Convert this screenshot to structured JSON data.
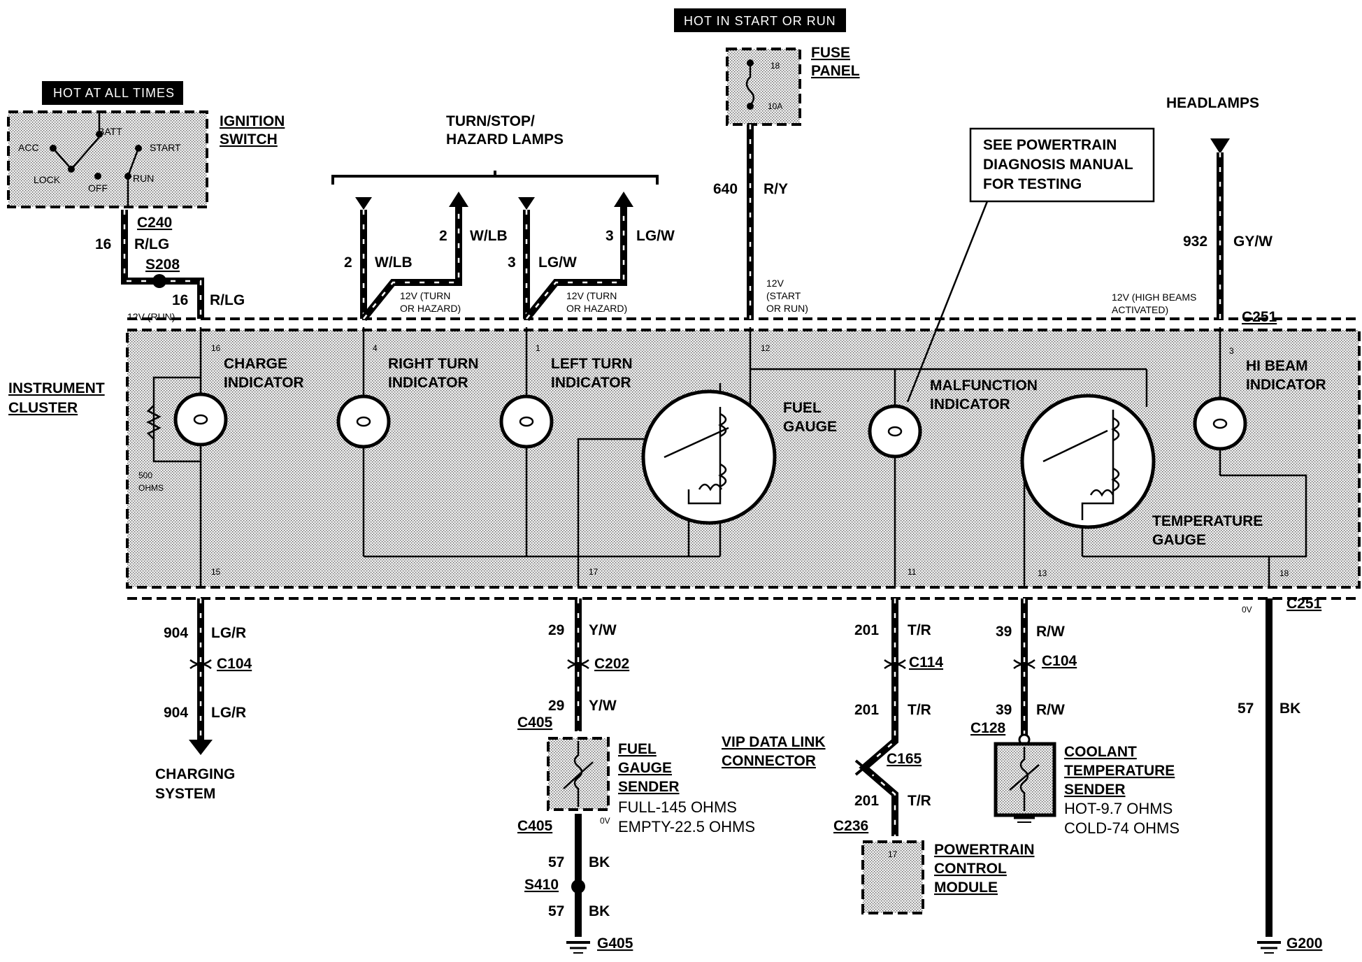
{
  "power": {
    "hot_at_all_times": "HOT AT ALL TIMES",
    "hot_in_start_or_run": "HOT IN START OR RUN",
    "headlamps": "HEADLAMPS"
  },
  "ignition_switch": {
    "title1": "IGNITION",
    "title2": "SWITCH",
    "batt": "BATT",
    "acc": "ACC",
    "start": "START",
    "lock": "LOCK",
    "off": "OFF",
    "run": "RUN"
  },
  "fuse_panel": {
    "title1": "FUSE",
    "title2": "PANEL",
    "fuse_number": "18",
    "rating": "10A"
  },
  "turn_lamps": {
    "title1": "TURN/STOP/",
    "title2": "HAZARD LAMPS"
  },
  "note": {
    "line1": "SEE POWERTRAIN",
    "line2": "DIAGNOSIS MANUAL",
    "line3": "FOR TESTING"
  },
  "cluster": {
    "title1": "INSTRUMENT",
    "title2": "CLUSTER",
    "charge1": "CHARGE",
    "charge2": "INDICATOR",
    "right1": "RIGHT TURN",
    "right2": "INDICATOR",
    "left1": "LEFT TURN",
    "left2": "INDICATOR",
    "fuel1": "FUEL",
    "fuel2": "GAUGE",
    "malf1": "MALFUNCTION",
    "malf2": "INDICATOR",
    "hibeam1": "HI BEAM",
    "hibeam2": "INDICATOR",
    "temp1": "TEMPERATURE",
    "temp2": "GAUGE",
    "resistor1": "500",
    "resistor2": "OHMS"
  },
  "pins": {
    "p16": "16",
    "p4": "4",
    "p1": "1",
    "p12": "12",
    "p3": "3",
    "p15": "15",
    "p17": "17",
    "p11": "11",
    "p13": "13",
    "p18": "18",
    "pcm17": "17"
  },
  "voltages": {
    "run": "12V (RUN)",
    "turn_right_1": "12V (TURN",
    "turn_right_2": "OR HAZARD)",
    "turn_left_1": "12V (TURN",
    "turn_left_2": "OR HAZARD)",
    "start1": "12V",
    "start2": "(START",
    "start3": "OR RUN)",
    "high1": "12V (HIGH BEAMS",
    "high2": "ACTIVATED)",
    "zero_a": "0V",
    "zero_b": "0V"
  },
  "circuits": {
    "c16a_num": "16",
    "c16a_col": "R/LG",
    "c16b_num": "16",
    "c16b_col": "R/LG",
    "wlb1_num": "2",
    "wlb1_col": "W/LB",
    "wlb2_num": "2",
    "wlb2_col": "W/LB",
    "lgw1_num": "3",
    "lgw1_col": "LG/W",
    "lgw2_num": "3",
    "lgw2_col": "LG/W",
    "c640_num": "640",
    "c640_col": "R/Y",
    "c932_num": "932",
    "c932_col": "GY/W",
    "c904a_num": "904",
    "c904a_col": "LG/R",
    "c904b_num": "904",
    "c904b_col": "LG/R",
    "c29a_num": "29",
    "c29a_col": "Y/W",
    "c29b_num": "29",
    "c29b_col": "Y/W",
    "c57a_num": "57",
    "c57a_col": "BK",
    "c57b_num": "57",
    "c57b_col": "BK",
    "c201a_num": "201",
    "c201a_col": "T/R",
    "c201b_num": "201",
    "c201b_col": "T/R",
    "c201c_num": "201",
    "c201c_col": "T/R",
    "c39a_num": "39",
    "c39a_col": "R/W",
    "c39b_num": "39",
    "c39b_col": "R/W",
    "c57c_num": "57",
    "c57c_col": "BK"
  },
  "connectors": {
    "c240": "C240",
    "s208": "S208",
    "c251_top": "C251",
    "c251_bot": "C251",
    "c104_left": "C104",
    "c202": "C202",
    "c405_top": "C405",
    "c405_bot": "C405",
    "s410": "S410",
    "g405": "G405",
    "c114": "C114",
    "c165": "C165",
    "c236": "C236",
    "c104_right": "C104",
    "c128": "C128",
    "g200": "G200"
  },
  "components": {
    "charging1": "CHARGING",
    "charging2": "SYSTEM",
    "fuel_sender1": "FUEL",
    "fuel_sender2": "GAUGE",
    "fuel_sender3": "SENDER",
    "fuel_full": "FULL-145 OHMS",
    "fuel_empty": "EMPTY-22.5 OHMS",
    "vip1": "VIP DATA LINK",
    "vip2": "CONNECTOR",
    "pcm1": "POWERTRAIN",
    "pcm2": "CONTROL",
    "pcm3": "MODULE",
    "cts1": "COOLANT",
    "cts2": "TEMPERATURE",
    "cts3": "SENDER",
    "cts_hot": "HOT-9.7 OHMS",
    "cts_cold": "COLD-74 OHMS"
  }
}
